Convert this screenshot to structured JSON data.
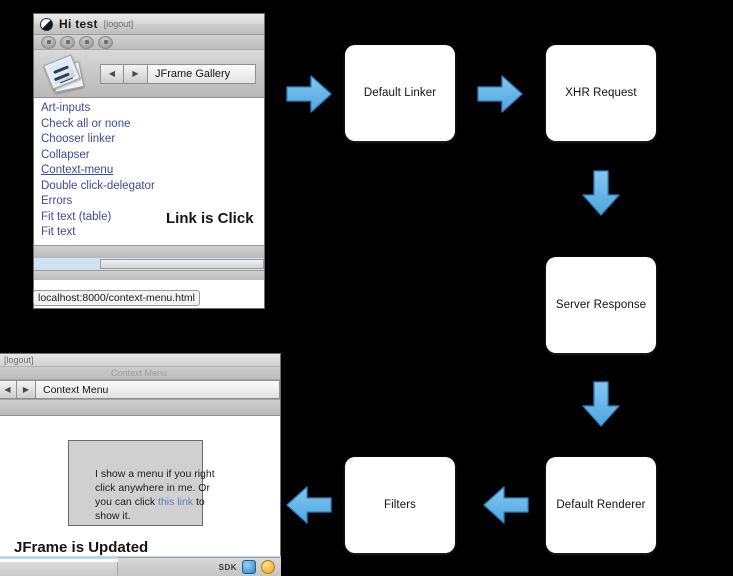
{
  "flowchart": {
    "boxes": [
      {
        "id": "default-linker",
        "label": "Default Linker"
      },
      {
        "id": "xhr-request",
        "label": "XHR Request"
      },
      {
        "id": "server-response",
        "label": "Server Response"
      },
      {
        "id": "default-renderer",
        "label": "Default Renderer"
      },
      {
        "id": "filters",
        "label": "Filters"
      }
    ],
    "arrow_color": "#5FB0E8",
    "arrow_outline": "#2E82C4",
    "box_fill": "#FFFFFF",
    "background": "#000000"
  },
  "top_window": {
    "titlebar": {
      "greeting": "Hi test",
      "logout": "[logout]"
    },
    "toolbar_buttons": [
      "back-button",
      "forward-button",
      "refresh-button",
      "stop-button"
    ],
    "nav": {
      "back": "◀",
      "forward": "▶",
      "field_value": "JFrame Gallery"
    },
    "links": [
      {
        "label": "Art-inputs",
        "underline": false
      },
      {
        "label": "Check all or none",
        "underline": false
      },
      {
        "label": "Chooser linker",
        "underline": false
      },
      {
        "label": "Collapser",
        "underline": false
      },
      {
        "label": "Context-menu",
        "underline": true
      },
      {
        "label": "Double click-delegator",
        "underline": false
      },
      {
        "label": "Errors",
        "underline": false
      },
      {
        "label": "Fit text (table)",
        "underline": false
      },
      {
        "label": "Fit text",
        "underline": false
      }
    ],
    "overlay_message": "Link is Click",
    "status_url": "localhost:8000/context-menu.html"
  },
  "bottom_window": {
    "logout": "[logout]",
    "ghost_title": "Context Menu",
    "nav": {
      "back": "◀",
      "forward": "▶",
      "field_value": "Context Menu"
    },
    "context_box": {
      "line1": "I show a menu if you right click",
      "line2": "anywhere in me. Or you can click",
      "link_text": "this link",
      "line3_tail": " to show it."
    },
    "banner": "JFrame is Updated",
    "tray": {
      "sdk_label": "SDK",
      "icons": [
        "finder-icon",
        "swirl-icon"
      ]
    }
  }
}
